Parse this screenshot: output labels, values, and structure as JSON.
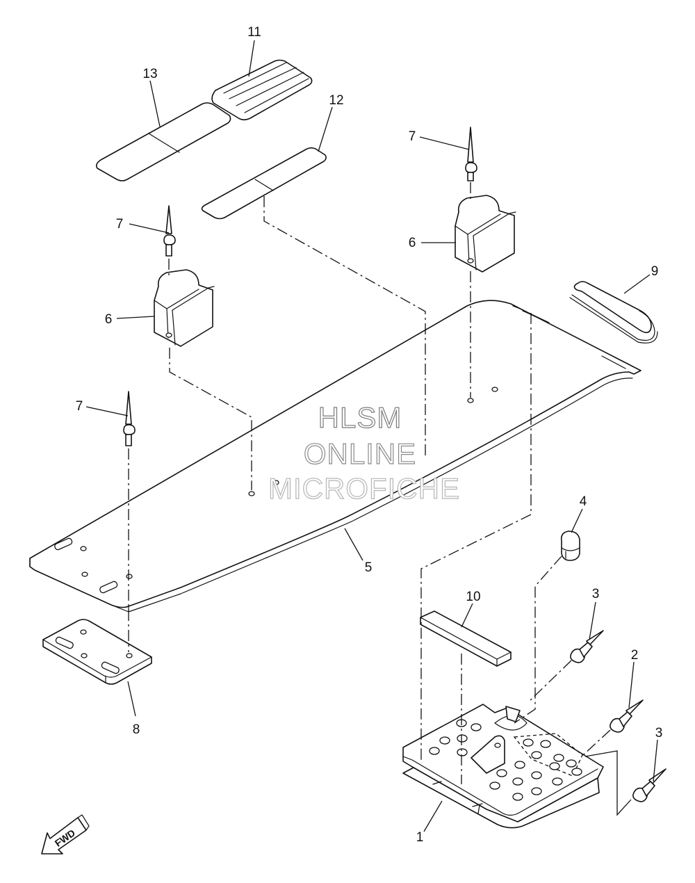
{
  "watermark": {
    "line1": "HLSM",
    "line2": "ONLINE",
    "line3": "MICROFICHE"
  },
  "direction_arrow": {
    "label": "FWD"
  },
  "callouts": {
    "c1": "1",
    "c2": "2",
    "c3a": "3",
    "c3b": "3",
    "c4": "4",
    "c5": "5",
    "c6a": "6",
    "c6b": "6",
    "c7a": "7",
    "c7b": "7",
    "c7c": "7",
    "c8": "8",
    "c9": "9",
    "c10": "10",
    "c11": "11",
    "c12": "12",
    "c13": "13"
  }
}
